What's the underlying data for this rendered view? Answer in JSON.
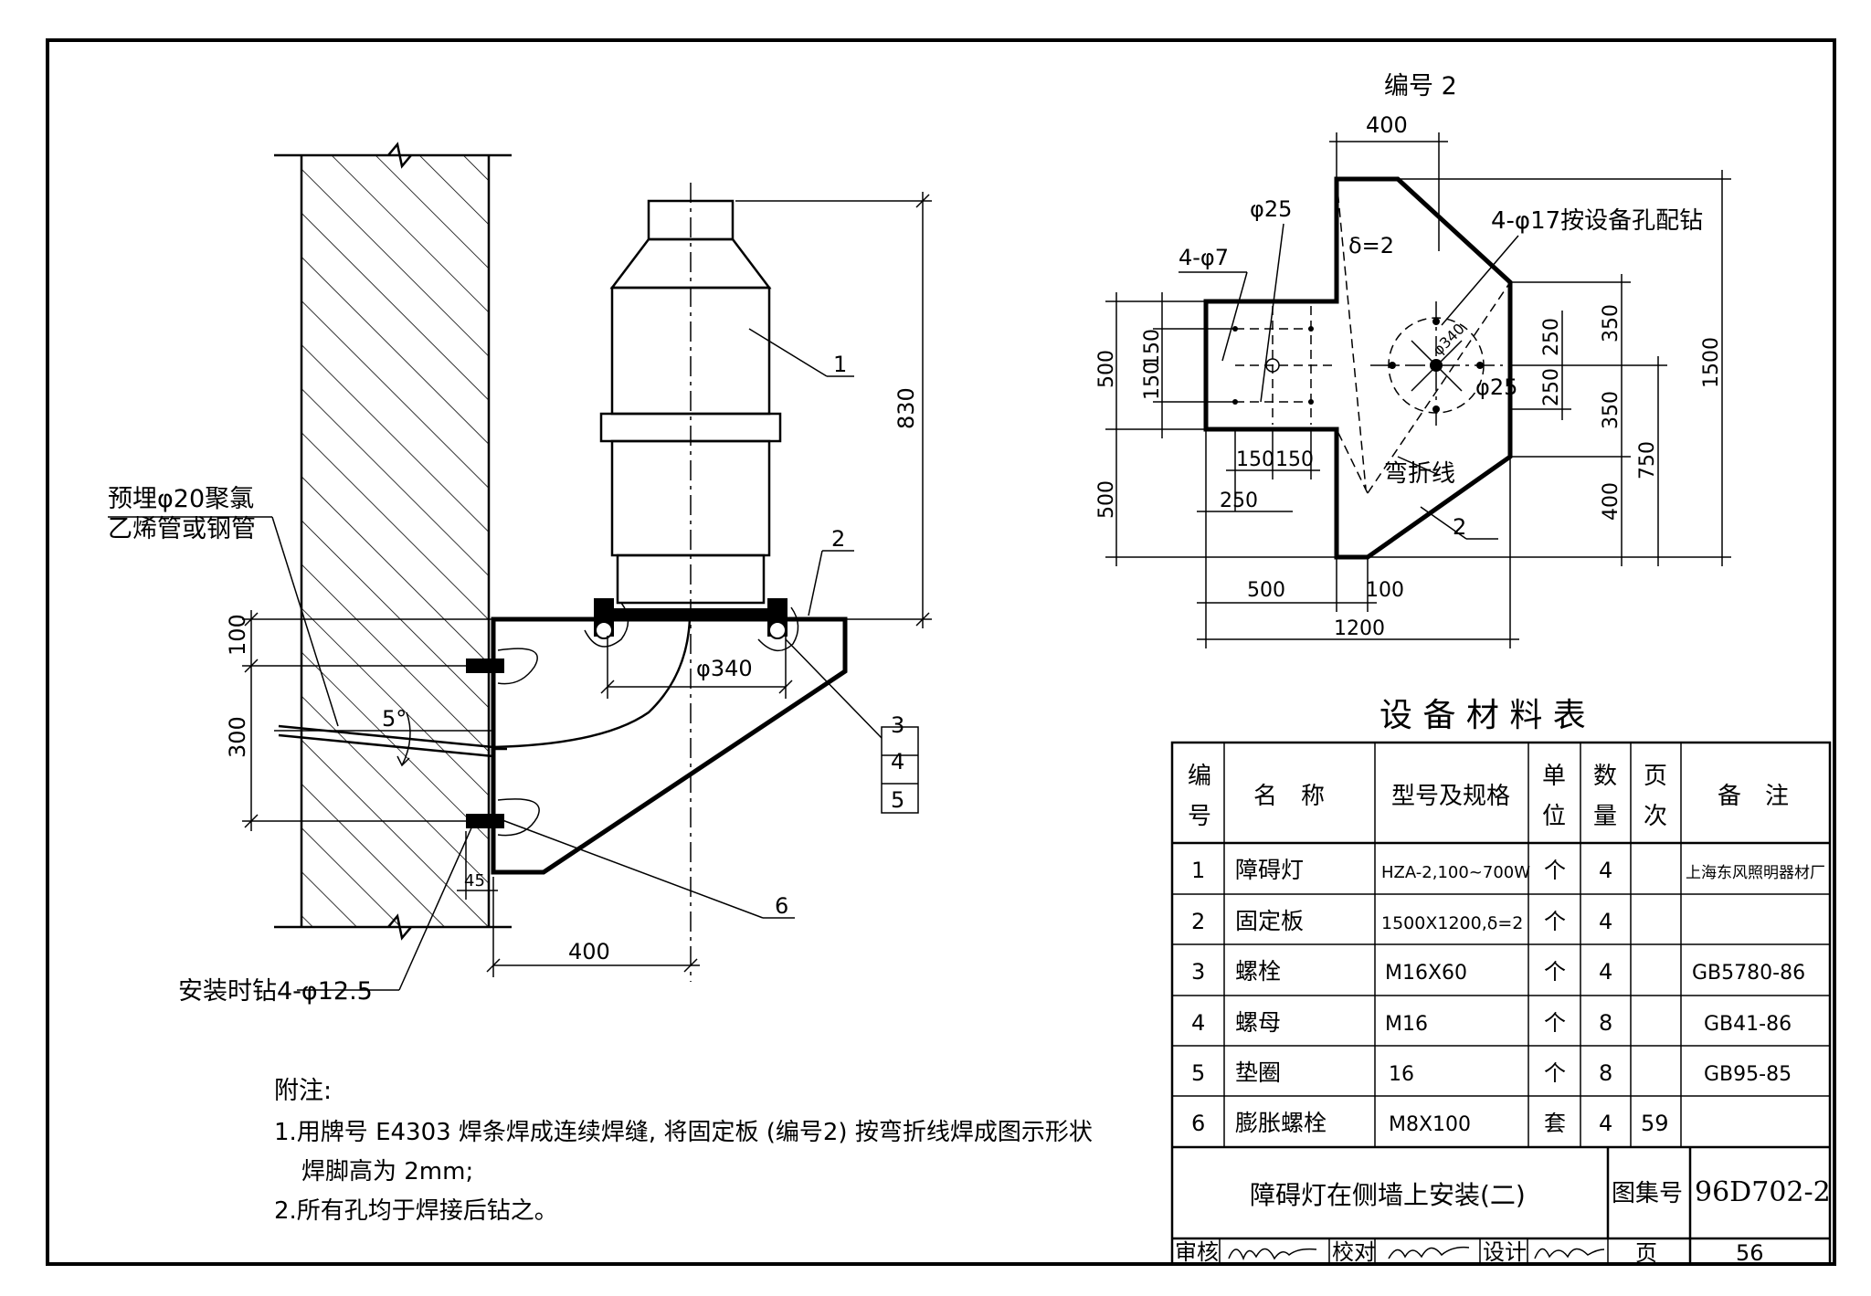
{
  "labels": {
    "pipe_label_1": "预埋φ20聚氯",
    "pipe_label_2": "乙烯管或钢管",
    "drill_label": "安装时钻4-φ12.5",
    "angle": "5°",
    "part_1": "1",
    "part_2": "2",
    "part_3": "3",
    "part_4": "4",
    "part_5": "5",
    "part_6": "6",
    "dim_830": "830",
    "dim_100": "100",
    "dim_300": "300",
    "dim_45": "45",
    "dim_400": "400",
    "dim_phi340": "φ340"
  },
  "detail": {
    "title": "编号 2",
    "dim_top_400": "400",
    "phi25_top": "φ25",
    "delta": "δ=2",
    "holes_4phi7": "4-φ7",
    "holes_4phi17": "4-φ17按设备孔配钻",
    "phi340": "φ340",
    "phi25": "φ25",
    "bend_line": "弯折线",
    "part_2": "2",
    "dim_500a": "500",
    "dim_500b": "500",
    "dim_150a": "150",
    "dim_150b": "150",
    "dim_150c": "150",
    "dim_150d": "150",
    "dim_250_left": "250",
    "dim_250a": "250",
    "dim_250b": "250",
    "dim_350a": "350",
    "dim_350b": "350",
    "dim_400": "400",
    "dim_750": "750",
    "dim_1500": "1500",
    "dim_500_bottom": "500",
    "dim_100_bottom": "100",
    "dim_1200": "1200"
  },
  "table": {
    "title": "设 备 材 料 表",
    "headers": {
      "no": [
        "编",
        "号"
      ],
      "name": "名　称",
      "spec": "型号及规格",
      "unit": [
        "单",
        "位"
      ],
      "qty": [
        "数",
        "量"
      ],
      "page": [
        "页",
        "次"
      ],
      "remark": "备　注"
    },
    "rows": [
      {
        "no": "1",
        "name": "障碍灯",
        "spec": "HZA-2,100~700W",
        "unit": "个",
        "qty": "4",
        "page": "",
        "remark": "上海东风照明器材厂"
      },
      {
        "no": "2",
        "name": "固定板",
        "spec": "1500X1200,δ=2",
        "unit": "个",
        "qty": "4",
        "page": "",
        "remark": ""
      },
      {
        "no": "3",
        "name": "螺栓",
        "spec": "M16X60",
        "unit": "个",
        "qty": "4",
        "page": "",
        "remark": "GB5780-86"
      },
      {
        "no": "4",
        "name": "螺母",
        "spec": "M16",
        "unit": "个",
        "qty": "8",
        "page": "",
        "remark": "GB41-86"
      },
      {
        "no": "5",
        "name": "垫圈",
        "spec": "16",
        "unit": "个",
        "qty": "8",
        "page": "",
        "remark": "GB95-85"
      },
      {
        "no": "6",
        "name": "膨胀螺栓",
        "spec": "M8X100",
        "unit": "套",
        "qty": "4",
        "page": "59",
        "remark": ""
      }
    ]
  },
  "titleblock": {
    "drawing_title": "障碍灯在侧墙上安装(二)",
    "atlas_label": "图集号",
    "atlas_no": "96D702-2",
    "review": "审核",
    "check": "校对",
    "design": "设计",
    "page_label": "页",
    "page_no": "56"
  },
  "notes": {
    "title": "附注:",
    "line1": "1.用牌号 E4303 焊条焊成连续焊缝, 将固定板 (编号2) 按弯折线焊成图示形状",
    "line2": "焊脚高为 2mm;",
    "line3": "2.所有孔均于焊接后钻之。"
  }
}
